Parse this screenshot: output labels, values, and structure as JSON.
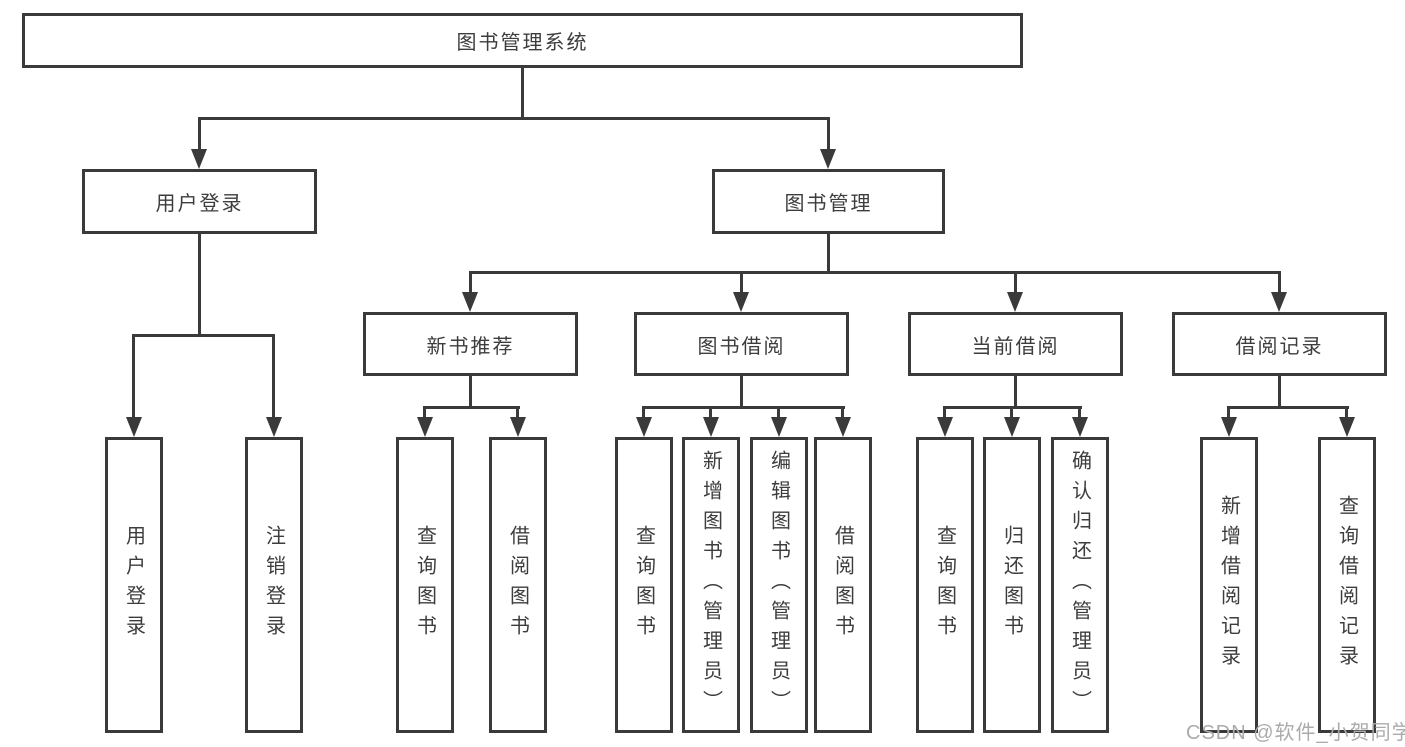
{
  "colors": {
    "line": "#3a3a3a",
    "text": "#3d3d3d",
    "watermark": "#ababab"
  },
  "watermark": {
    "text": "CSDN @软件_小贺同学"
  },
  "tree": {
    "root": {
      "label": "图书管理系统",
      "children": [
        {
          "label": "用户登录",
          "children": [
            {
              "label": "用户登录"
            },
            {
              "label": "注销登录"
            }
          ]
        },
        {
          "label": "图书管理",
          "children": [
            {
              "label": "新书推荐",
              "children": [
                {
                  "label": "查询图书"
                },
                {
                  "label": "借阅图书"
                }
              ]
            },
            {
              "label": "图书借阅",
              "children": [
                {
                  "label": "查询图书"
                },
                {
                  "label": "新增图书（管理员）"
                },
                {
                  "label": "编辑图书（管理员）"
                },
                {
                  "label": "借阅图书"
                }
              ]
            },
            {
              "label": "当前借阅",
              "children": [
                {
                  "label": "查询图书"
                },
                {
                  "label": "归还图书"
                },
                {
                  "label": "确认归还（管理员）"
                }
              ]
            },
            {
              "label": "借阅记录",
              "children": [
                {
                  "label": "新增借阅记录"
                },
                {
                  "label": "查询借阅记录"
                }
              ]
            }
          ]
        }
      ]
    }
  }
}
